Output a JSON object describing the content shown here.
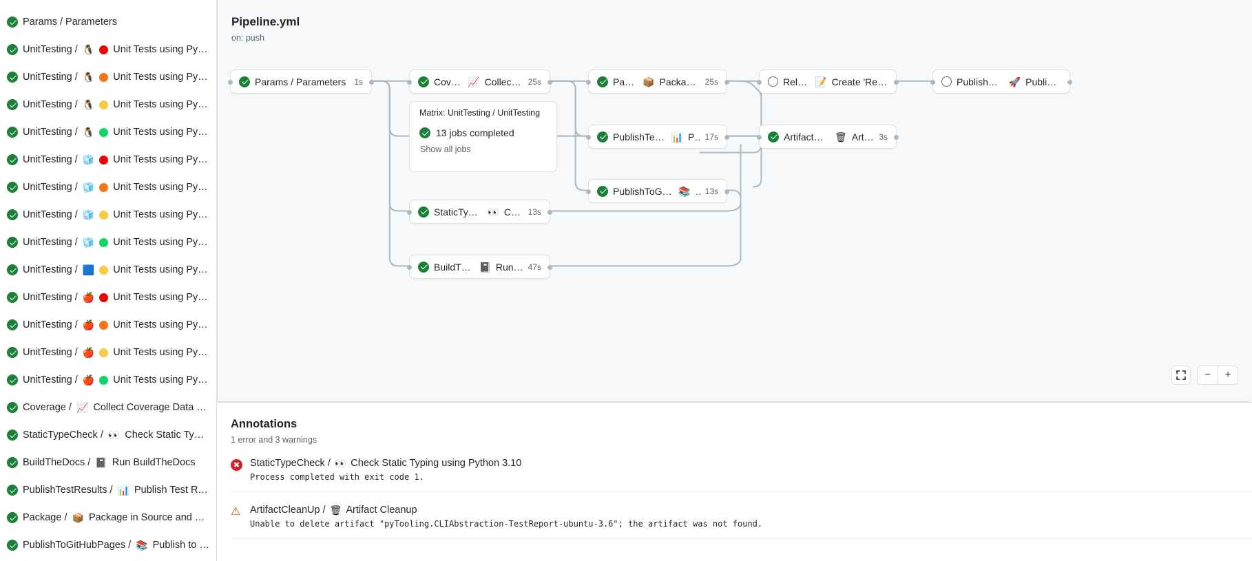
{
  "sidebar": {
    "items": [
      {
        "status": "success",
        "label": "Params / Parameters",
        "emojis": []
      },
      {
        "status": "success",
        "label": "UnitTesting / ",
        "emojis": [
          "🐧"
        ],
        "dot": "#ee0000",
        "tail": "Unit Tests using Pyth..."
      },
      {
        "status": "success",
        "label": "UnitTesting / ",
        "emojis": [
          "🐧"
        ],
        "dot": "#f97316",
        "tail": "Unit Tests using Pyth..."
      },
      {
        "status": "success",
        "label": "UnitTesting / ",
        "emojis": [
          "🐧"
        ],
        "dot": "#fbcb45",
        "tail": "Unit Tests using Pyth..."
      },
      {
        "status": "success",
        "label": "UnitTesting / ",
        "emojis": [
          "🐧"
        ],
        "dot": "#10d26c",
        "tail": "Unit Tests using Pyth..."
      },
      {
        "status": "success",
        "label": "UnitTesting / ",
        "emojis": [
          "🧊"
        ],
        "dot": "#ee0000",
        "tail": "Unit Tests using Pyth..."
      },
      {
        "status": "success",
        "label": "UnitTesting / ",
        "emojis": [
          "🧊"
        ],
        "dot": "#f97316",
        "tail": "Unit Tests using Pyth..."
      },
      {
        "status": "success",
        "label": "UnitTesting / ",
        "emojis": [
          "🧊"
        ],
        "dot": "#fbcb45",
        "tail": "Unit Tests using Pyth..."
      },
      {
        "status": "success",
        "label": "UnitTesting / ",
        "emojis": [
          "🧊"
        ],
        "dot": "#10d26c",
        "tail": "Unit Tests using Pyth..."
      },
      {
        "status": "success",
        "label": "UnitTesting / ",
        "emojis": [
          "🟦"
        ],
        "dot": "#fbcb45",
        "tail": "Unit Tests using Pyth..."
      },
      {
        "status": "success",
        "label": "UnitTesting / ",
        "emojis": [
          "🍎"
        ],
        "dot": "#ee0000",
        "tail": "Unit Tests using Pyth..."
      },
      {
        "status": "success",
        "label": "UnitTesting / ",
        "emojis": [
          "🍎"
        ],
        "dot": "#f97316",
        "tail": "Unit Tests using Pyth..."
      },
      {
        "status": "success",
        "label": "UnitTesting / ",
        "emojis": [
          "🍎"
        ],
        "dot": "#fbcb45",
        "tail": "Unit Tests using Pyth..."
      },
      {
        "status": "success",
        "label": "UnitTesting / ",
        "emojis": [
          "🍎"
        ],
        "dot": "#10d26c",
        "tail": "Unit Tests using Pyth..."
      },
      {
        "status": "success",
        "label": "Coverage / ",
        "emojis": [
          "📈"
        ],
        "tail": "Collect Coverage Data usi..."
      },
      {
        "status": "success",
        "label": "StaticTypeCheck / ",
        "emojis": [
          "👀"
        ],
        "tail": "Check Static Typing..."
      },
      {
        "status": "success",
        "label": "BuildTheDocs / ",
        "emojis": [
          "📓"
        ],
        "tail": "Run BuildTheDocs"
      },
      {
        "status": "success",
        "label": "PublishTestResults / ",
        "emojis": [
          "📊"
        ],
        "tail": "Publish Test Resu..."
      },
      {
        "status": "success",
        "label": "Package / ",
        "emojis": [
          "📦"
        ],
        "tail": "Package in Source and Wh..."
      },
      {
        "status": "success",
        "label": "PublishToGitHubPages / ",
        "emojis": [
          "📚"
        ],
        "tail": "Publish to G..."
      }
    ]
  },
  "graph": {
    "title": "Pipeline.yml",
    "subtitle": "on: push",
    "nodes": [
      {
        "id": "params",
        "status": "success",
        "label": "Params / Parameters",
        "emoji": "",
        "time": "1s"
      },
      {
        "id": "coverage",
        "status": "success",
        "label_pre": "Coverage / ",
        "emoji": "📈",
        "label_post": "Collect Cove...",
        "time": "25s"
      },
      {
        "id": "package",
        "status": "success",
        "label_pre": "Package / ",
        "emoji": "📦",
        "label_post": "Package in So...",
        "time": "25s"
      },
      {
        "id": "release",
        "status": "skipped",
        "label_pre": "Release / ",
        "emoji": "📝",
        "label_post": "Create 'Release P...",
        "time": ""
      },
      {
        "id": "pypi",
        "status": "skipped",
        "label_pre": "PublishOnPyPI / ",
        "emoji": "🚀",
        "label_post": "Publish to ...",
        "time": ""
      },
      {
        "id": "testresults",
        "status": "success",
        "label_pre": "PublishTestResults / ",
        "emoji": "📊",
        "label_post": "Pu...",
        "time": "17s"
      },
      {
        "id": "cleanup",
        "status": "success",
        "label_pre": "ArtifactCleanUp / ",
        "emoji": "🗑",
        "label_post": "Artifac...",
        "time": "3s"
      },
      {
        "id": "ghpages",
        "status": "success",
        "label_pre": "PublishToGitHubPages / ",
        "emoji": "📚",
        "label_post": "...",
        "time": "13s"
      },
      {
        "id": "typecheck",
        "status": "success",
        "label_pre": "StaticTypeCheck / ",
        "emoji": "👀",
        "label_post": "Chec...",
        "time": "13s"
      },
      {
        "id": "builddocs",
        "status": "success",
        "label_pre": "BuildTheDocs / ",
        "emoji": "📓",
        "label_post": "Run Buil...",
        "time": "47s"
      }
    ],
    "matrix": {
      "title": "Matrix: UnitTesting / UnitTesting",
      "jobs_label": "13 jobs completed",
      "show_all": "Show all jobs"
    },
    "controls": {
      "fit_icon": "fullscreen-icon",
      "zoom_out": "−",
      "zoom_in": "+"
    }
  },
  "annotations": {
    "title": "Annotations",
    "summary": "1 error and 3 warnings",
    "rows": [
      {
        "severity": "error",
        "head_pre": "StaticTypeCheck / ",
        "emoji": "👀",
        "head_post": "Check Static Typing using Python 3.10",
        "body": "Process completed with exit code 1."
      },
      {
        "severity": "warning",
        "head_pre": "ArtifactCleanUp / ",
        "emoji": "🗑",
        "head_post": "Artifact Cleanup",
        "body": "Unable to delete artifact \"pyTooling.CLIAbstraction-TestReport-ubuntu-3.6\"; the artifact was not found."
      }
    ]
  },
  "colors": {
    "success": "#1a7f37",
    "error": "#cf222e",
    "warning": "#9a6700",
    "edge": "#afb8c1",
    "panel_bg": "#f6f8fa",
    "border": "#d8dee4"
  }
}
